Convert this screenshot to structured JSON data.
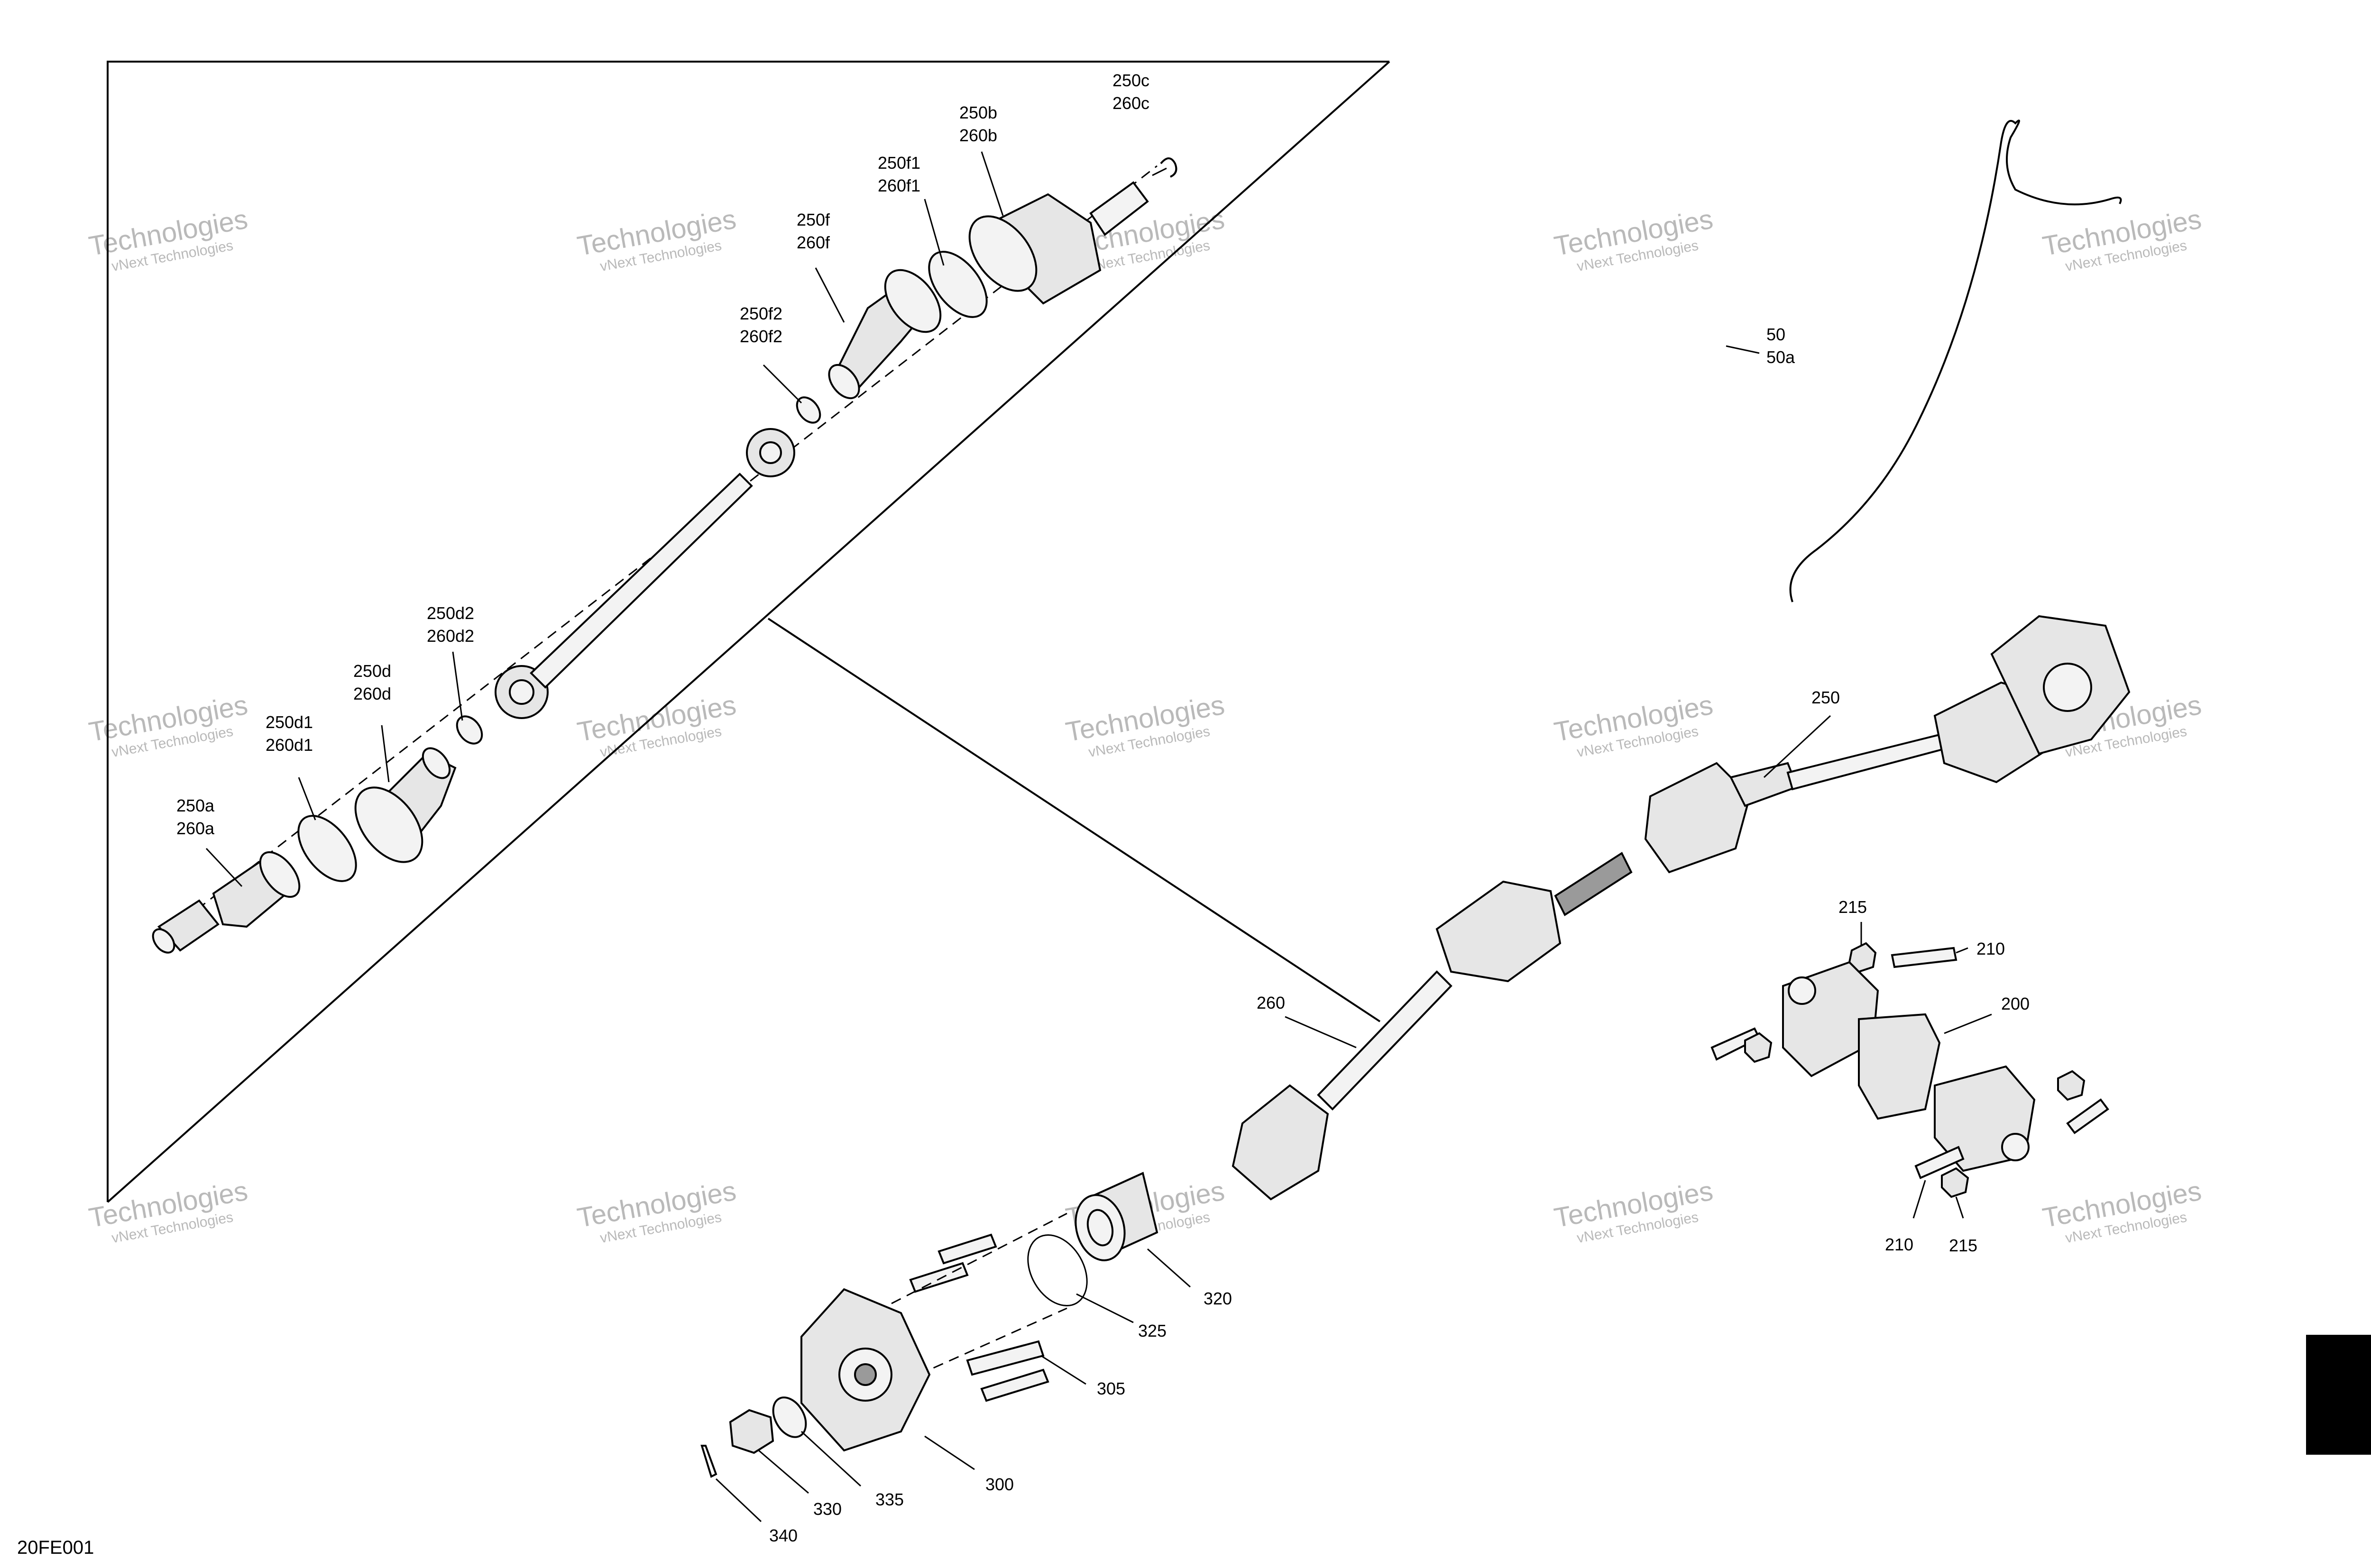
{
  "drawing_code": "20FE001",
  "watermark": {
    "line1": "vNext Technologies",
    "line2": "Technologies"
  },
  "labels": {
    "l250c": [
      "250c",
      "260c"
    ],
    "l250b": [
      "250b",
      "260b"
    ],
    "l250f1": [
      "250f1",
      "260f1"
    ],
    "l250f": [
      "250f",
      "260f"
    ],
    "l250f2": [
      "250f2",
      "260f2"
    ],
    "l250d2": [
      "250d2",
      "260d2"
    ],
    "l250d": [
      "250d",
      "260d"
    ],
    "l250d1": [
      "250d1",
      "260d1"
    ],
    "l250a": [
      "250a",
      "260a"
    ],
    "l50": [
      "50",
      "50a"
    ],
    "l250": "250",
    "l260": "260",
    "l215a": "215",
    "l210a": "210",
    "l200": "200",
    "l210b": "210",
    "l215b": "215",
    "l320": "320",
    "l325": "325",
    "l305": "305",
    "l300": "300",
    "l335": "335",
    "l330": "330",
    "l340": "340"
  },
  "colors": {
    "line": "#000000",
    "watermark": "#b9b9b9",
    "tab": "#000000",
    "part_fill": "#e6e6e6"
  }
}
